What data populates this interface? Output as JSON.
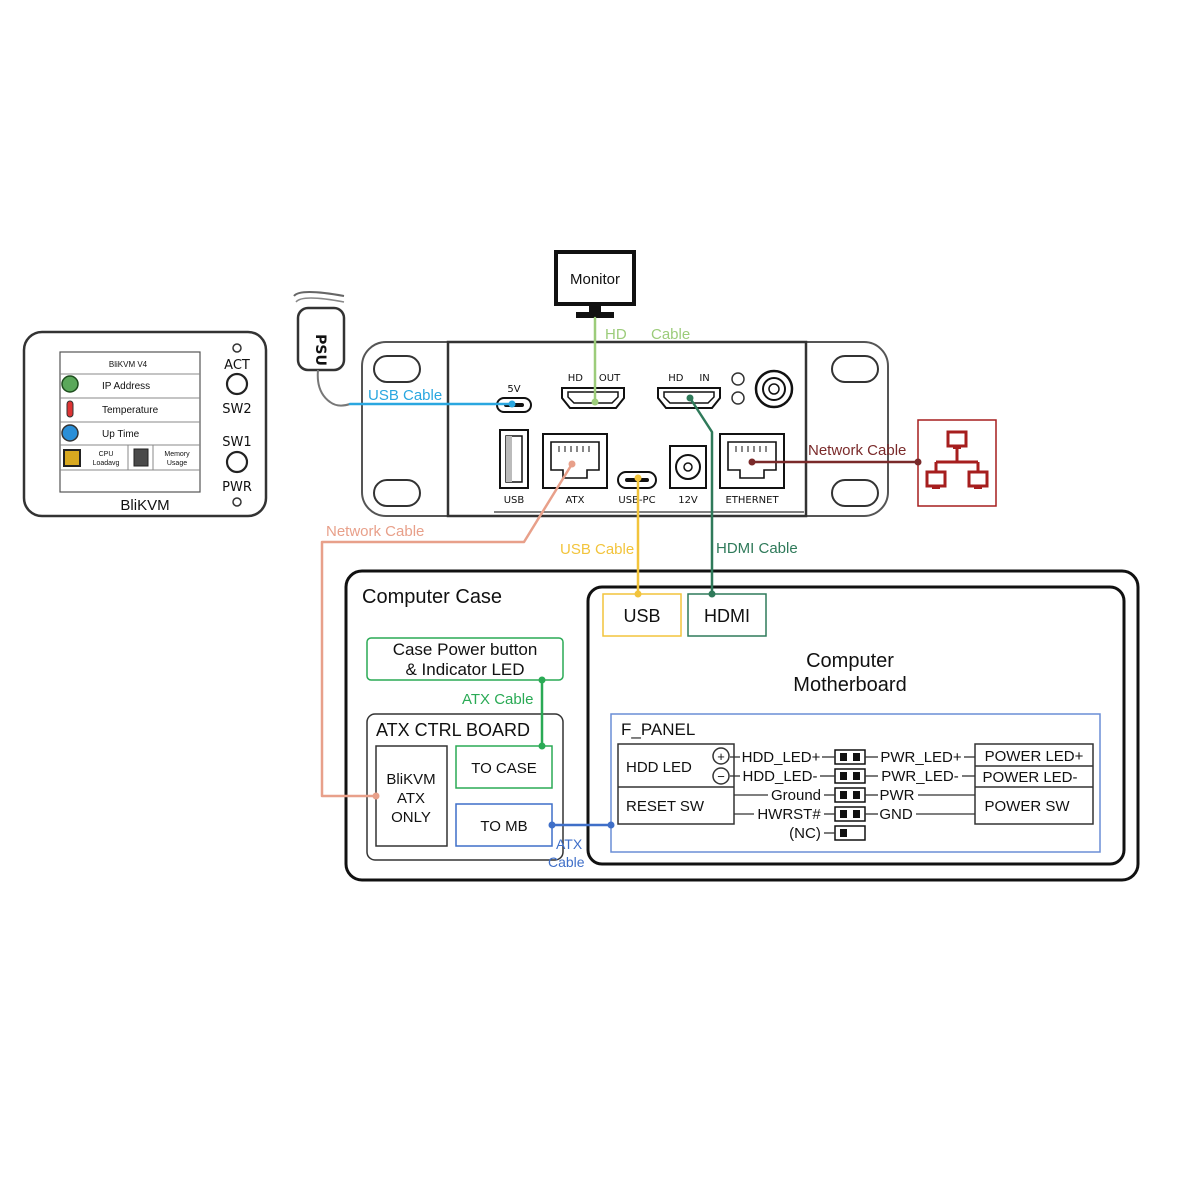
{
  "lcd": {
    "model": "BliKVM V4",
    "ip": "IP Address",
    "temp": "Temperature",
    "uptime": "Up Time",
    "cpu1": "CPU",
    "cpu2": "Loadavg",
    "mem1": "Memory",
    "mem2": "Usage",
    "brand": "BliKVM",
    "act": "ACT",
    "sw2": "SW2",
    "sw1": "SW1",
    "pwr": "PWR"
  },
  "psu": "PSU",
  "monitor": "Monitor",
  "ports": {
    "v5": "5V",
    "hdout": "HD     OUT",
    "hdin": "HD     IN",
    "usb": "USB",
    "atx": "ATX",
    "usbpc": "USB-PC",
    "v12": "12V",
    "eth": "ETHERNET"
  },
  "cables": {
    "hd": "HD",
    "hd2": "Cable",
    "usb_psu": "USB Cable",
    "network_right": "Network Cable",
    "network_left": "Network Cable",
    "usb_pc": "USB Cable",
    "hdmi": "HDMI Cable",
    "atx_case": "ATX Cable",
    "atx_mb1": "ATX",
    "atx_mb2": "Cable"
  },
  "case": {
    "title": "Computer Case",
    "power_btn1": "Case Power button",
    "power_btn2": "& Indicator LED",
    "atx_board": "ATX CTRL BOARD",
    "blikvm1": "BliKVM",
    "blikvm2": "ATX",
    "blikvm3": "ONLY",
    "to_case": "TO CASE",
    "to_mb": "TO MB"
  },
  "mb": {
    "usb": "USB",
    "hdmi": "HDMI",
    "title1": "Computer",
    "title2": "Motherboard",
    "fpanel": "F_PANEL",
    "hdd_led": "HDD LED",
    "reset_sw": "RESET SW",
    "plus": "+",
    "minus": "−",
    "pins_left": [
      "HDD_LED+",
      "HDD_LED-",
      "Ground",
      "HWRST#",
      "(NC)"
    ],
    "pins_right": [
      "PWR_LED+",
      "PWR_LED-",
      "PWR",
      "GND"
    ],
    "power_led_plus": "POWER LED+",
    "power_led_minus": "POWER LED-",
    "power_sw": "POWER SW"
  },
  "colors": {
    "hd_cable": "#9ccc7a",
    "usb_cable_psu": "#2aa7e0",
    "network_right": "#7a2a2a",
    "network_left": "#e8a08a",
    "usb_pc": "#f2c43c",
    "hdmi": "#2f7a5a",
    "atx_case": "#2aaa55",
    "atx_mb": "#3f6fc8",
    "net_icon": "#a61e1e"
  }
}
